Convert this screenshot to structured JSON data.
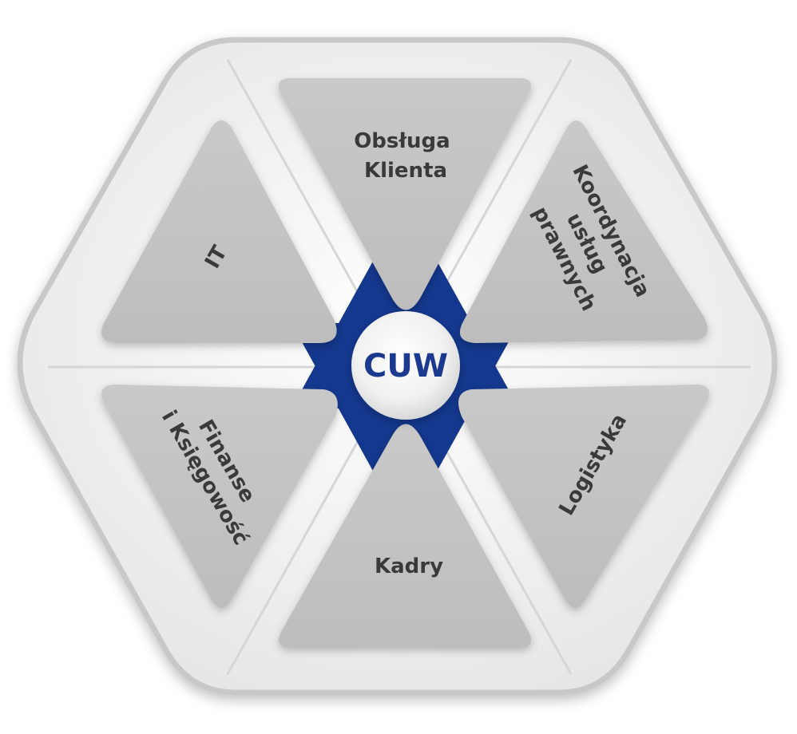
{
  "center": {
    "label": "CUW",
    "accent_color": "#14388e"
  },
  "segments": {
    "top": [
      "Obsługa",
      "Klienta"
    ],
    "upper_right": [
      "Koordynacja",
      "usług",
      "prawnych"
    ],
    "lower_right": [
      "Logistyka"
    ],
    "bottom": [
      "Kadry"
    ],
    "lower_left": [
      "Finanse",
      "i Księgowość"
    ],
    "upper_left": [
      "IT"
    ]
  },
  "colors": {
    "segment_fill": "#c2c2c2",
    "frame_fill": "#eeeeee",
    "frame_border": "#c8c8c8",
    "text": "#3a3a3a"
  }
}
